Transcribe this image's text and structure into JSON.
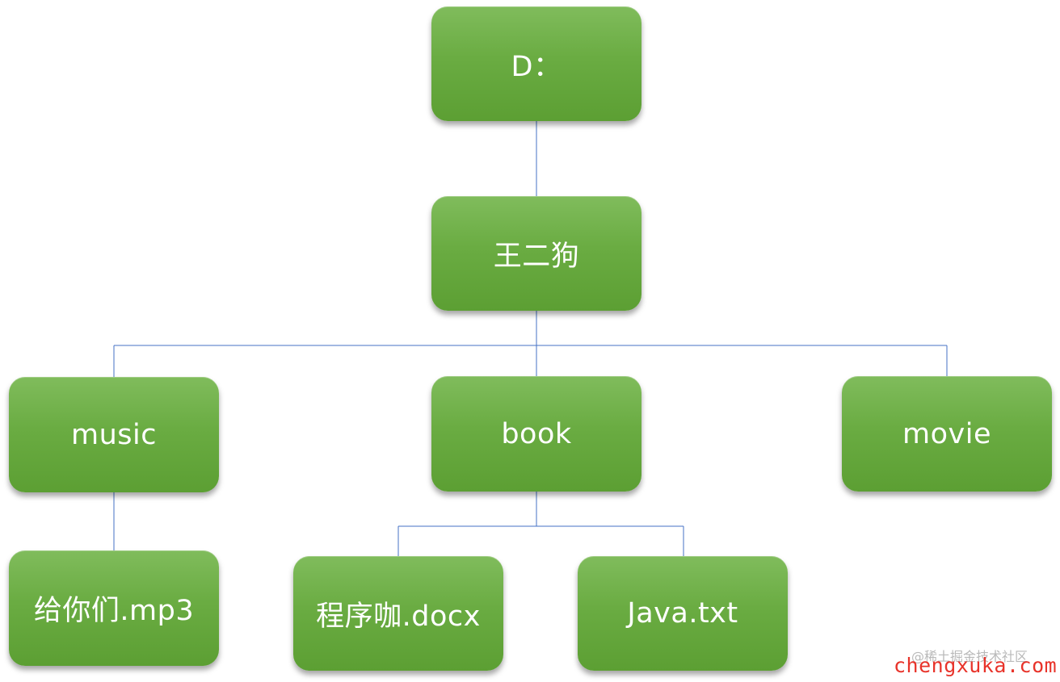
{
  "tree": {
    "root": "D：",
    "user_folder": "王二狗",
    "folders": {
      "music": "music",
      "book": "book",
      "movie": "movie"
    },
    "files": {
      "music_file": "给你们.mp3",
      "book_file_1": "程序咖.docx",
      "book_file_2": "Java.txt"
    }
  },
  "colors": {
    "node_fill": "#6aac42",
    "node_text": "#ffffff",
    "connector": "#4472c4",
    "watermark_site": "#e8332a",
    "watermark_community": "#b9b9b9"
  },
  "watermarks": {
    "community": "@稀土掘金技术社区",
    "site": "chengxuka.com"
  }
}
